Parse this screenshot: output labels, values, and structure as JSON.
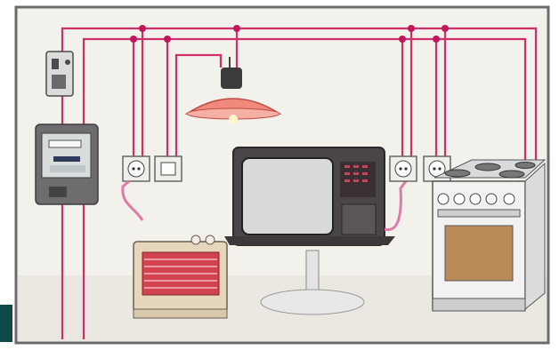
{
  "colors": {
    "background": "#ffffff",
    "panel": "#f3f1ec",
    "frame_border": "#6b6b6b",
    "wire": "#d0306a",
    "wire_node": "#c0185a",
    "lamp_shade": "#f08a7c",
    "heater_grill": "#d2424f",
    "tv_body": "#4a4548",
    "tv_screen": "#d9dadb",
    "stove_body": "#f2f2f2",
    "oven_window": "#b98b58",
    "meter_body": "#6f6c6f"
  },
  "components": [
    {
      "id": "circuit-breaker",
      "icon": "breaker-icon"
    },
    {
      "id": "electricity-meter",
      "icon": "meter-icon"
    },
    {
      "id": "outlet-left",
      "icon": "socket-icon"
    },
    {
      "id": "light-switch",
      "icon": "switch-icon"
    },
    {
      "id": "ceiling-lamp",
      "icon": "lamp-icon"
    },
    {
      "id": "heater",
      "icon": "heater-icon"
    },
    {
      "id": "television",
      "icon": "tv-icon"
    },
    {
      "id": "outlet-right-1",
      "icon": "socket-icon"
    },
    {
      "id": "outlet-right-2",
      "icon": "socket-icon"
    },
    {
      "id": "electric-stove",
      "icon": "stove-icon"
    }
  ]
}
